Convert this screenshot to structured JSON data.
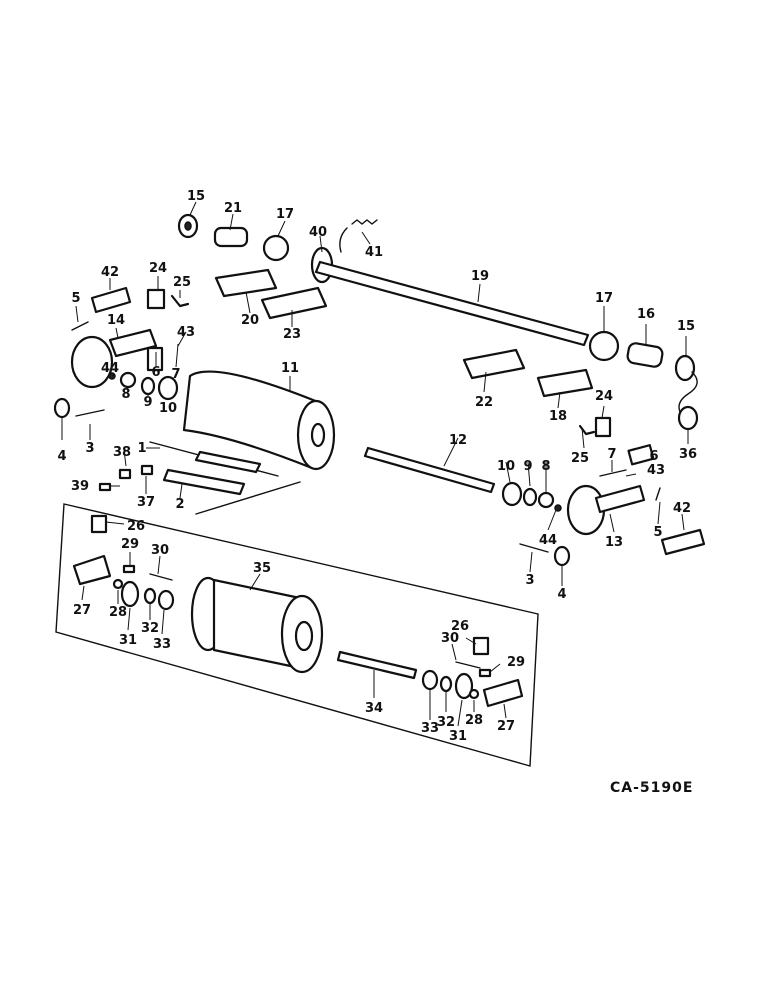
{
  "diagram_code": "CA-5190E",
  "callouts": [
    "1",
    "2",
    "3",
    "4",
    "5",
    "6",
    "7",
    "8",
    "9",
    "10",
    "11",
    "12",
    "13",
    "14",
    "15",
    "16",
    "17",
    "18",
    "19",
    "20",
    "21",
    "22",
    "23",
    "24",
    "25",
    "26",
    "27",
    "28",
    "29",
    "30",
    "31",
    "32",
    "33",
    "34",
    "35",
    "36",
    "37",
    "38",
    "39",
    "40",
    "41",
    "42",
    "43",
    "44"
  ]
}
